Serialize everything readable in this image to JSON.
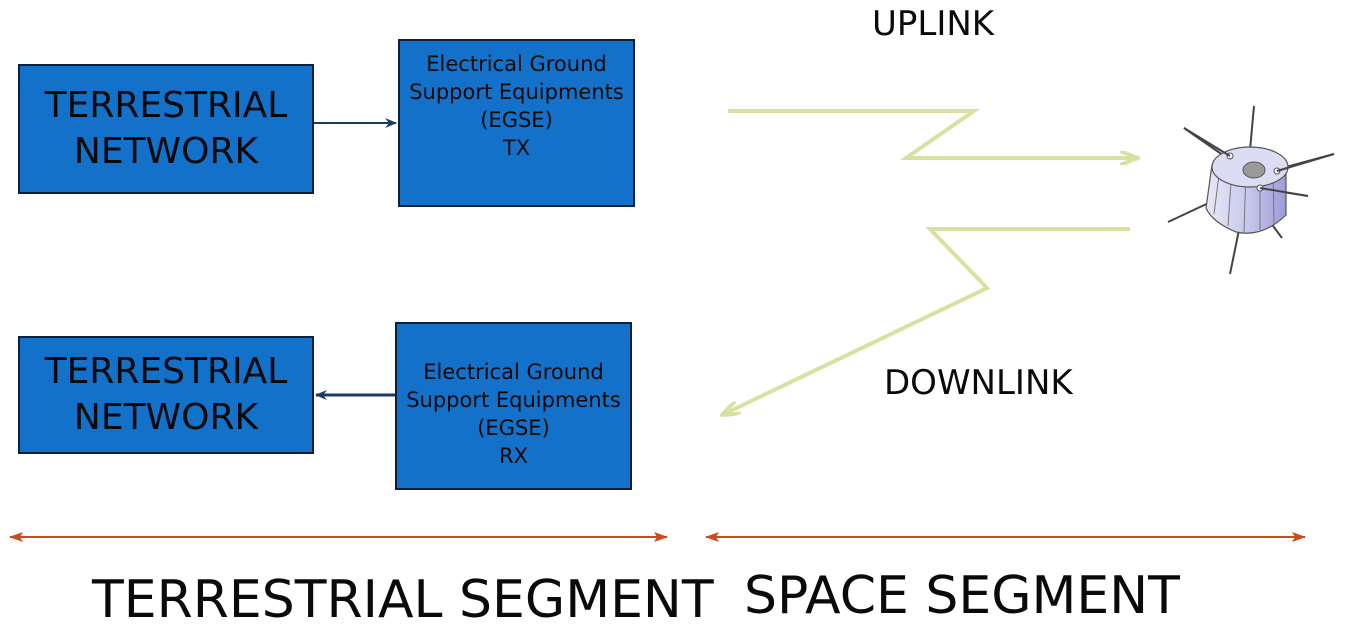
{
  "top_network": {
    "line1": "TERRESTRIAL",
    "line2": "NETWORK"
  },
  "top_egse": {
    "line1": "Electrical Ground",
    "line2": "Support Equipments",
    "line3": "(EGSE)",
    "line4": "TX"
  },
  "bottom_network": {
    "line1": "TERRESTRIAL",
    "line2": "NETWORK"
  },
  "bottom_egse": {
    "line1": "Electrical Ground",
    "line2": "Support Equipments",
    "line3": "(EGSE)",
    "line4": "RX"
  },
  "links": {
    "uplink": "UPLINK",
    "downlink": "DOWNLINK"
  },
  "segments": {
    "terrestrial": "TERRESTRIAL SEGMENT",
    "space": "SPACE SEGMENT"
  },
  "colors": {
    "box_fill": "#1471c9",
    "link_arrow": "#d6e3a0",
    "segment_arrow": "#cc4a1e",
    "connector": "#1b3a66"
  },
  "icons": {
    "satellite": "satellite-icon"
  }
}
